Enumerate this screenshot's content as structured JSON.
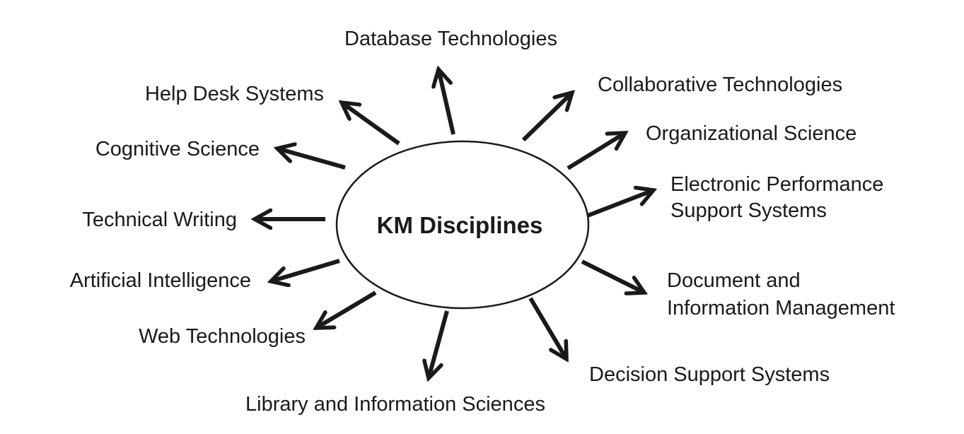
{
  "center": {
    "label": "KM Disciplines"
  },
  "disciplines": [
    {
      "id": "database-technologies",
      "lines": [
        "Database Technologies"
      ]
    },
    {
      "id": "collaborative-technologies",
      "lines": [
        "Collaborative Technologies"
      ]
    },
    {
      "id": "organizational-science",
      "lines": [
        "Organizational Science"
      ]
    },
    {
      "id": "electronic-performance-support-systems",
      "lines": [
        "Electronic Performance",
        "Support Systems"
      ]
    },
    {
      "id": "document-and-information-management",
      "lines": [
        "Document and",
        "Information Management"
      ]
    },
    {
      "id": "decision-support-systems",
      "lines": [
        "Decision Support Systems"
      ]
    },
    {
      "id": "library-and-information-sciences",
      "lines": [
        "Library and Information Sciences"
      ]
    },
    {
      "id": "web-technologies",
      "lines": [
        "Web Technologies"
      ]
    },
    {
      "id": "artificial-intelligence",
      "lines": [
        "Artificial Intelligence"
      ]
    },
    {
      "id": "technical-writing",
      "lines": [
        "Technical Writing"
      ]
    },
    {
      "id": "cognitive-science",
      "lines": [
        "Cognitive Science"
      ]
    },
    {
      "id": "help-desk-systems",
      "lines": [
        "Help Desk Systems"
      ]
    }
  ],
  "colors": {
    "ink": "#1a1a1a",
    "background": "#ffffff"
  }
}
